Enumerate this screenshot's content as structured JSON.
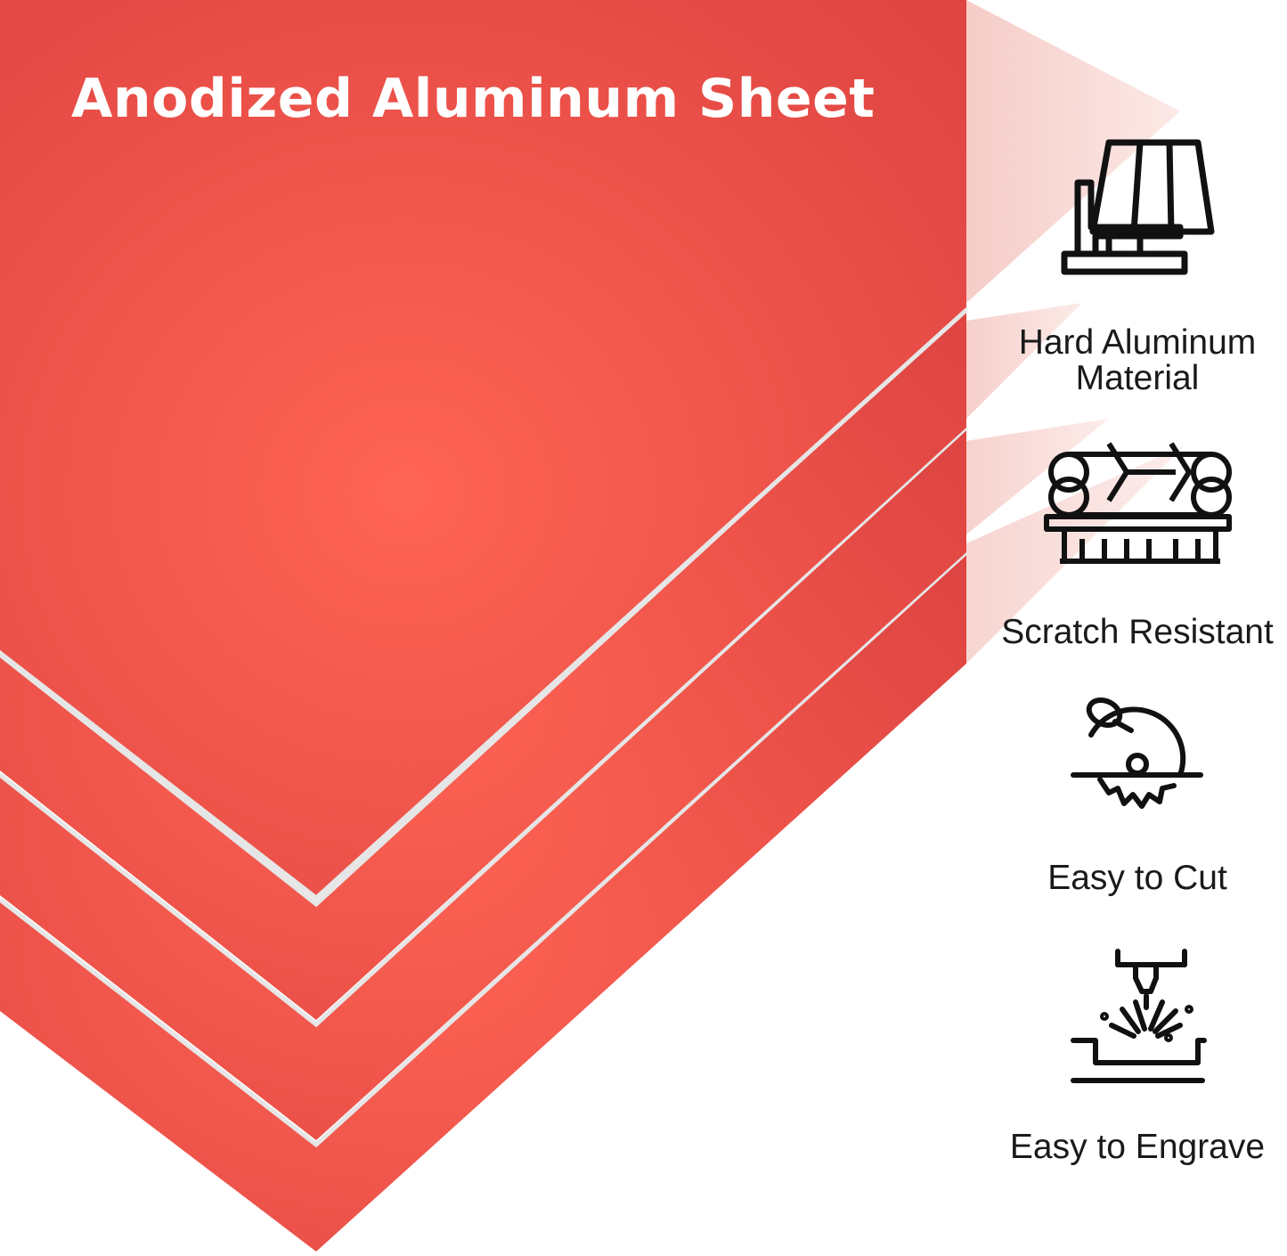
{
  "title": "Anodized Aluminum Sheet",
  "colors": {
    "sheet_red": "#e04844",
    "sheet_red_light": "#ff6454",
    "edge": "#dedede",
    "icon_stroke": "#111111",
    "ghost_panel": "#f6cfcb"
  },
  "features": [
    {
      "icon": "wood-planks-icon",
      "label_line1": "Hard Aluminum",
      "label_line2": "Material"
    },
    {
      "icon": "log-bundle-icon",
      "label_line1": "Scratch Resistant",
      "label_line2": ""
    },
    {
      "icon": "circular-saw-icon",
      "label_line1": "Easy to Cut",
      "label_line2": ""
    },
    {
      "icon": "laser-engraver-icon",
      "label_line1": "Easy to Engrave",
      "label_line2": ""
    }
  ]
}
